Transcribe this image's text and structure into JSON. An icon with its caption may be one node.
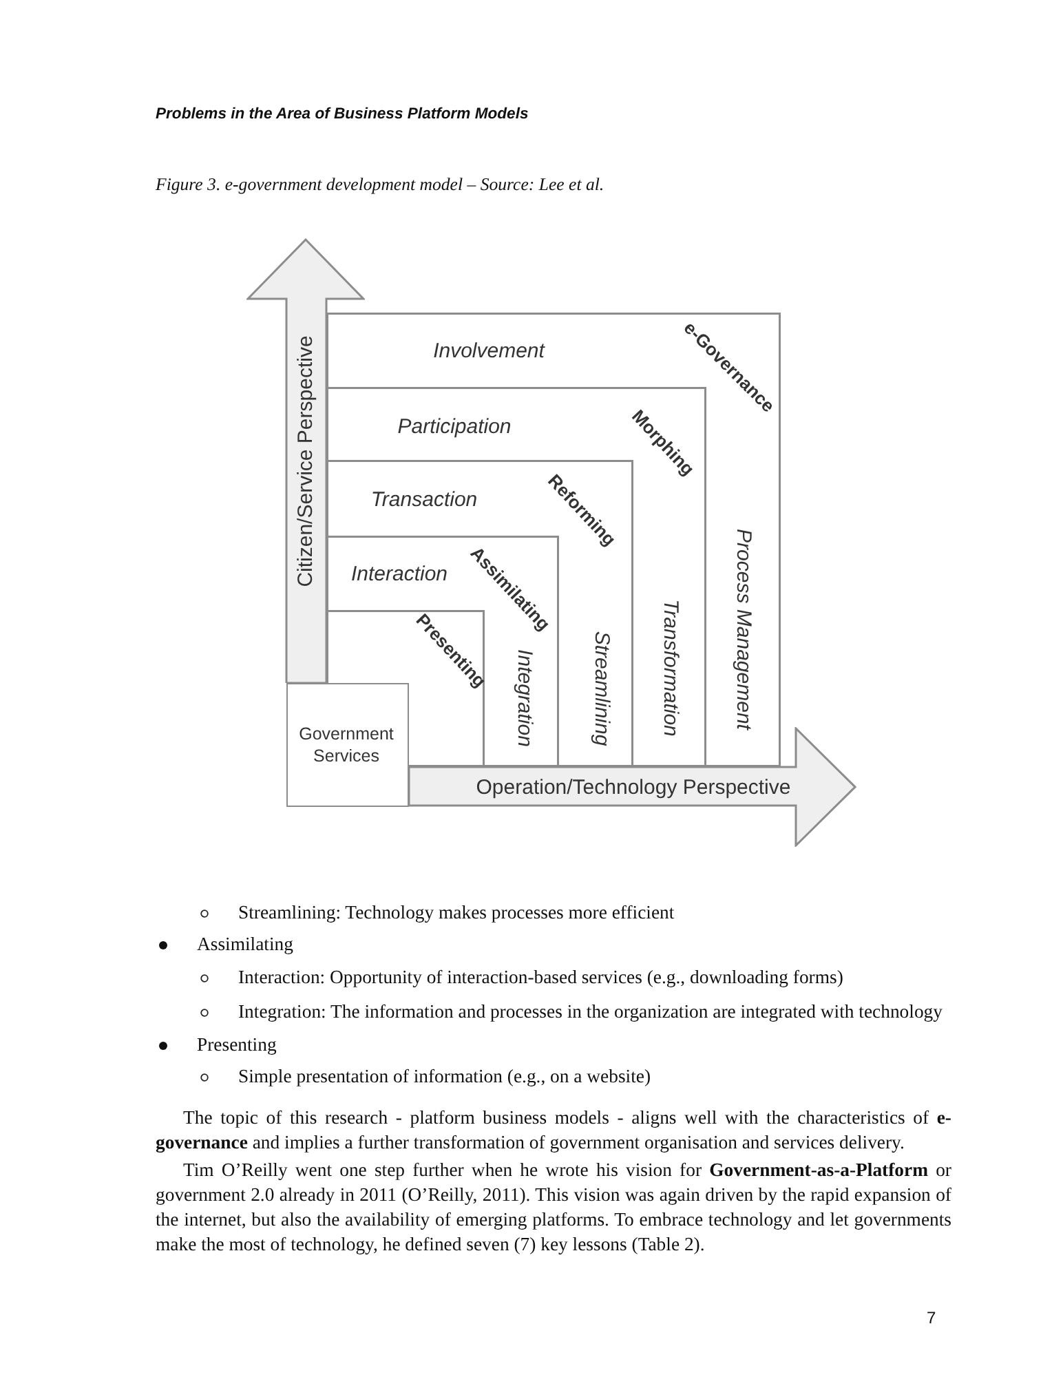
{
  "diagram": {
    "caption": "Figure 3. e-government development model – Source: Lee et al.",
    "nodes": [
      {
        "text": [
          "Citizen/Service Perspective"
        ]
      },
      {
        "text": [
          "Involvement",
          "e-Governance",
          "Process Management"
        ]
      },
      {
        "text": [
          "Participation",
          "Morphing",
          "Transformation"
        ],
        "in": 1
      },
      {
        "text": [
          "Transaction",
          "Reforming",
          "Streamlining"
        ],
        "in": 2
      },
      {
        "text": [
          "Interaction",
          "Assimilating",
          "Integration"
        ],
        "in": 3
      },
      {
        "text": [
          "Presenting"
        ],
        "in": 4
      },
      {
        "text": [
          "Government Services"
        ]
      },
      {
        "text": [
          "Operation/Technology Perspective"
        ]
      }
    ],
    "labels": [
      "Problems in the Area of Business Platform Models",
      "Streamlining: Technology makes processes more efficient",
      "Assimilating",
      "Interaction: Opportunity of interaction-based services (e.g., downloading forms)",
      "Integration: The information and processes in the organization are integrated with technology",
      "Presenting",
      "Simple presentation of information (e.g., on a website)",
      "The topic of this research - platform business models - aligns well with the characteristics of **e-governance** and implies a further transformation of government organisation and services delivery.",
      "Tim O’Reilly went one step further when he wrote his vision for **Government-as-a-Platform** or government 2.0 already in 2011 (O’Reilly, 2011). This vision was again driven by the rapid expansion of the internet, but also the availability of emerging platforms. To embrace technology and let governments make the most of technology, he defined seven (7) key lessons (Table 2).",
      "7"
    ]
  }
}
